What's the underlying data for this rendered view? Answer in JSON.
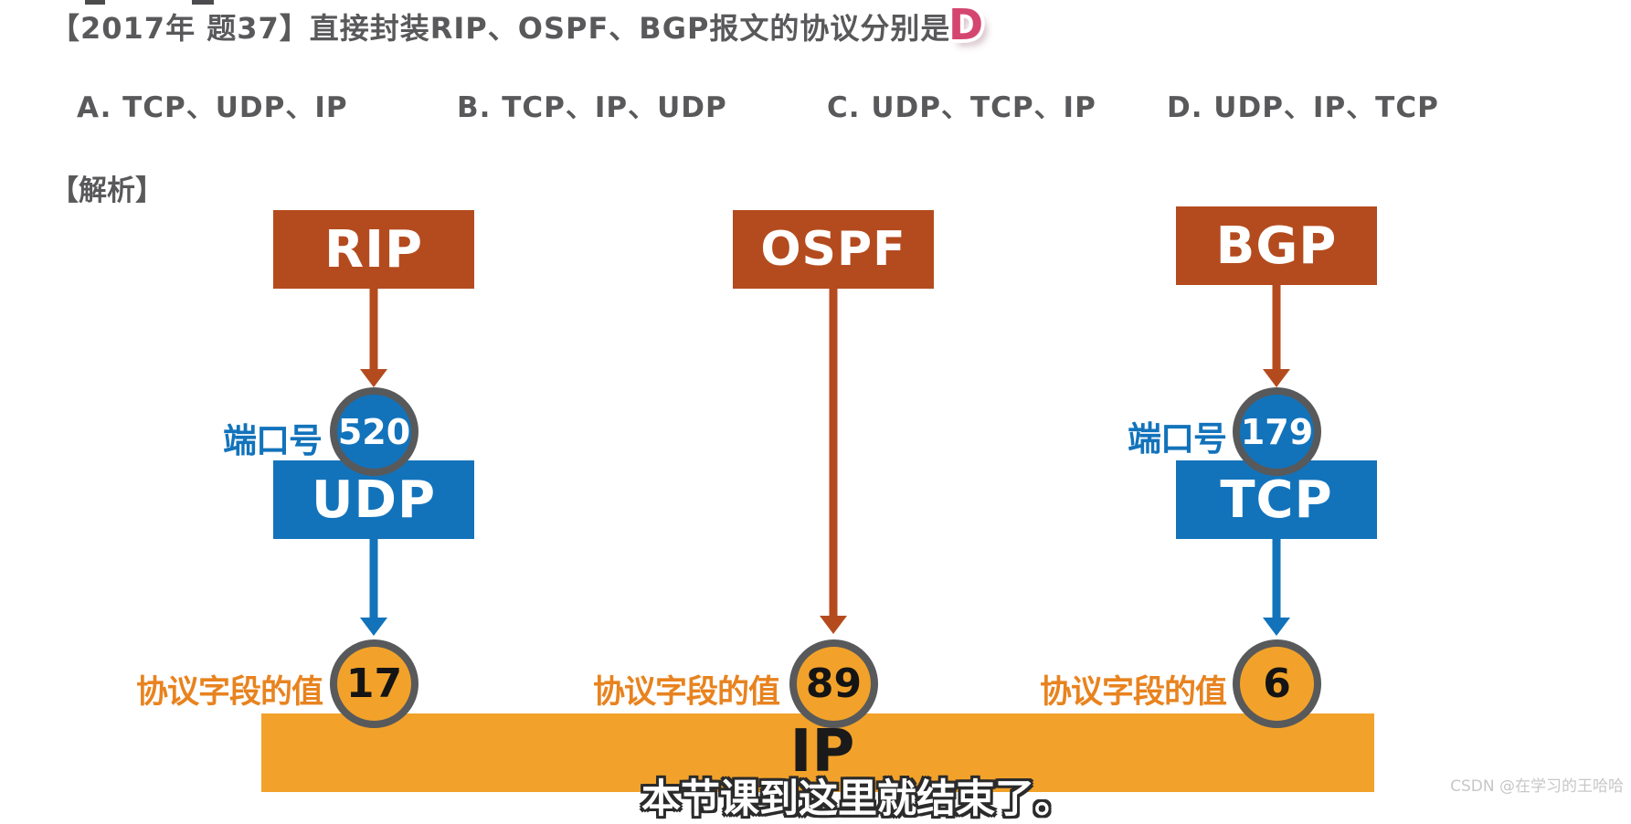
{
  "colors": {
    "rust": "#b44b1e",
    "blue": "#1273bb",
    "orange": "#f2a22a",
    "circle-border": "#58595b",
    "label-orange": "#e8831f",
    "text-gray": "#59595b",
    "answer-pink": "#d4456f",
    "watermark-gray": "#c7c7c7"
  },
  "question": {
    "title": "【2017年 题37】直接封装RIP、OSPF、BGP报文的协议分别是",
    "answer": "D",
    "options": [
      "A. TCP、UDP、IP",
      "B. TCP、IP、UDP",
      "C. UDP、TCP、IP",
      "D. UDP、IP、TCP"
    ],
    "analysis_label": "【解析】"
  },
  "diagram": {
    "rip": {
      "protocol": "RIP",
      "port_label": "端口号",
      "port": "520",
      "transport": "UDP",
      "proto_label": "协议字段的值",
      "proto_value": "17"
    },
    "ospf": {
      "protocol": "OSPF",
      "proto_label": "协议字段的值",
      "proto_value": "89"
    },
    "bgp": {
      "protocol": "BGP",
      "port_label": "端口号",
      "port": "179",
      "transport": "TCP",
      "proto_label": "协议字段的值",
      "proto_value": "6"
    },
    "network_layer": "IP"
  },
  "subtitle": "本节课到这里就结束了。",
  "watermark": "CSDN @在学习的王哈哈"
}
